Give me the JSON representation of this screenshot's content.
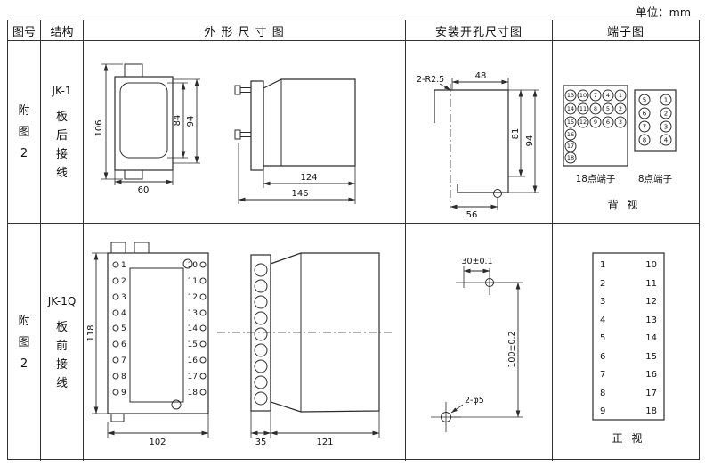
{
  "unit_label": "单位：mm",
  "headers": {
    "col1": "图号",
    "col2": "结构",
    "col3": "外 形 尺 寸 图",
    "col4": "安装开孔尺寸图",
    "col5": "端子图"
  },
  "row1": {
    "figure": {
      "c0": "附",
      "c1": "图",
      "c2": "2"
    },
    "structure": {
      "model": "JK-1",
      "c0": "板",
      "c1": "后",
      "c2": "接",
      "c3": "线"
    },
    "outline_dims": {
      "d106": "106",
      "d84": "84",
      "d94": "94",
      "d60": "60",
      "d124": "124",
      "d146": "146"
    },
    "mount_dims": {
      "r": "2-R2.5",
      "d48": "48",
      "d81": "81",
      "d94": "94",
      "d56": "56"
    },
    "terminals": {
      "t18_label": "18点端子",
      "t8_label": "8点端子",
      "view": "背 视",
      "g": {
        "r0": [
          "13",
          "10",
          "7",
          "4",
          "1"
        ],
        "r1": [
          "14",
          "11",
          "8",
          "5",
          "2"
        ],
        "r2": [
          "15",
          "12",
          "9",
          "6",
          "3"
        ],
        "extra": [
          "16",
          "17",
          "18"
        ]
      },
      "t8": {
        "left": [
          "5",
          "6",
          "7",
          "8"
        ],
        "right": [
          "1",
          "2",
          "3",
          "4"
        ]
      }
    }
  },
  "row2": {
    "figure": {
      "c0": "附",
      "c1": "图",
      "c2": "2"
    },
    "structure": {
      "model": "JK-1Q",
      "c0": "板",
      "c1": "前",
      "c2": "接",
      "c3": "线"
    },
    "outline_dims": {
      "d118": "118",
      "d102": "102",
      "d35": "35",
      "d121": "121"
    },
    "mount_dims": {
      "d30": "30±0.1",
      "d100": "100±0.2",
      "dphi": "2-φ5"
    },
    "terminals": {
      "left": [
        "1",
        "2",
        "3",
        "4",
        "5",
        "6",
        "7",
        "8",
        "9"
      ],
      "right": [
        "10",
        "11",
        "12",
        "13",
        "14",
        "15",
        "16",
        "17",
        "18"
      ],
      "view": "正 视"
    }
  }
}
